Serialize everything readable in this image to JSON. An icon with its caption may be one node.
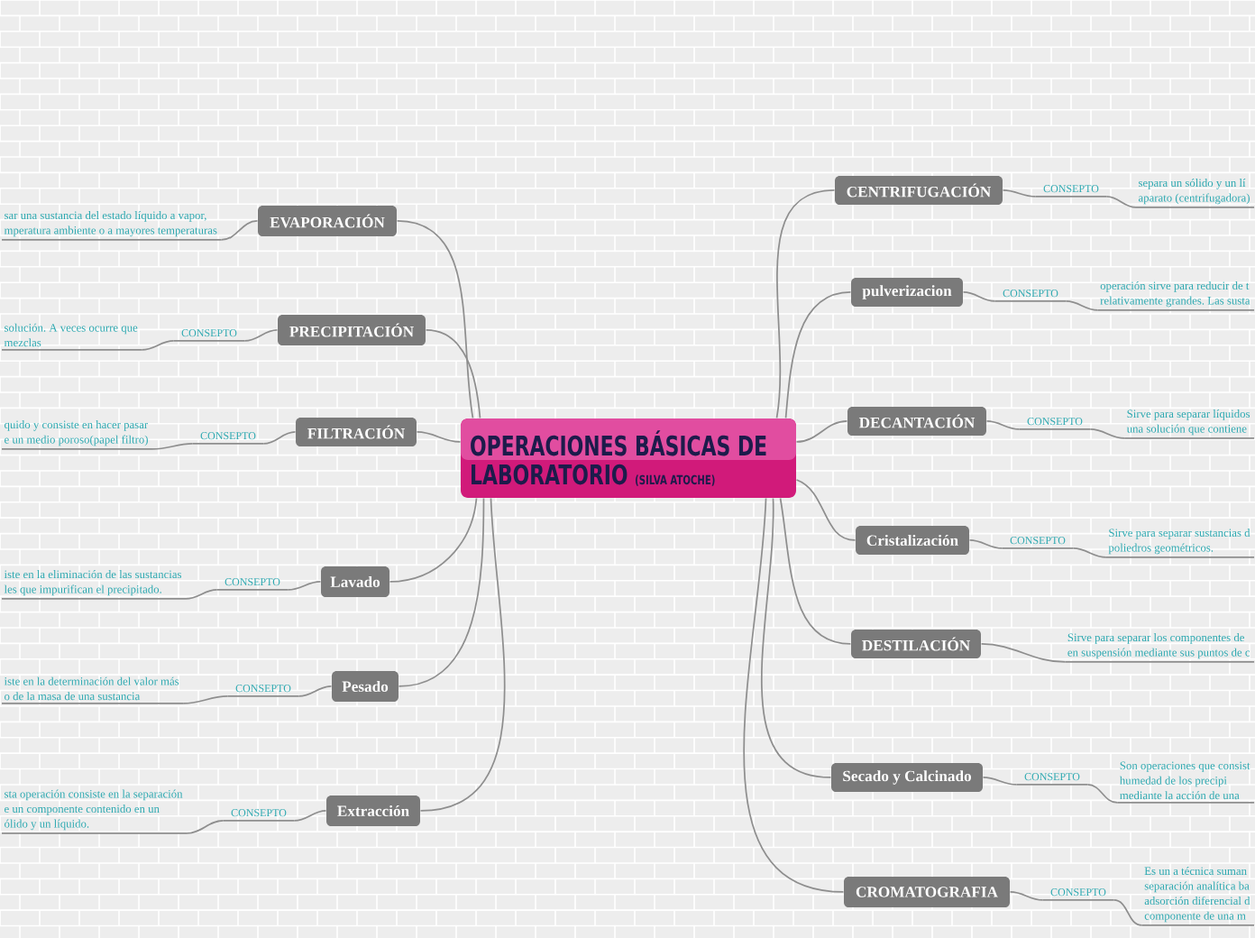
{
  "diagram": {
    "nodes": [
      {
        "text": [
          "OPERACIONES BÁSICAS DE LABORATORIO",
          "(SILVA ATOCHE)"
        ]
      },
      {
        "text": [
          "EVAPORACIÓN"
        ]
      },
      {
        "text": [
          "sar una sustancia del estado líquido a vapor, mperatura ambiente o a mayores temperaturas"
        ]
      },
      {
        "text": [
          "PRECIPITACIÓN"
        ]
      },
      {
        "text": [
          "CONSEPTO"
        ]
      },
      {
        "text": [
          "solución. A veces ocurre que mezclas"
        ]
      },
      {
        "text": [
          "FILTRACIÓN"
        ]
      },
      {
        "text": [
          "CONSEPTO"
        ]
      },
      {
        "text": [
          "quido y consiste en hacer pasar e un medio poroso(papel filtro)"
        ]
      },
      {
        "text": [
          "Lavado"
        ]
      },
      {
        "text": [
          "CONSEPTO"
        ]
      },
      {
        "text": [
          "iste en la eliminación de las sustancias les que impurifican el precipitado."
        ]
      },
      {
        "text": [
          "Pesado"
        ]
      },
      {
        "text": [
          "CONSEPTO"
        ]
      },
      {
        "text": [
          "iste en la determinación del valor más o de la masa de una sustancia"
        ]
      },
      {
        "text": [
          "Extracción"
        ]
      },
      {
        "text": [
          "CONSEPTO"
        ]
      },
      {
        "text": [
          "sta operación consiste en la separación e un componente contenido en un ólido y un líquido."
        ]
      },
      {
        "text": [
          "CENTRIFUGACIÓN"
        ]
      },
      {
        "text": [
          "CONSEPTO"
        ]
      },
      {
        "text": [
          "separa un sólido y un lí aparato (centrifugadora)"
        ]
      },
      {
        "text": [
          "pulverizacion"
        ]
      },
      {
        "text": [
          "CONSEPTO"
        ]
      },
      {
        "text": [
          "operación sirve para reducir de t relativamente grandes. Las susta"
        ]
      },
      {
        "text": [
          "DECANTACIÓN"
        ]
      },
      {
        "text": [
          "CONSEPTO"
        ]
      },
      {
        "text": [
          "Sirve para separar líquidos una solución que contiene"
        ]
      },
      {
        "text": [
          "Cristalización"
        ]
      },
      {
        "text": [
          "CONSEPTO"
        ]
      },
      {
        "text": [
          "Sirve para separar sustancias d poliedros geométricos."
        ]
      },
      {
        "text": [
          "DESTILACIÓN"
        ]
      },
      {
        "text": [
          "Sirve para separar los componentes de en suspensión mediante sus puntos de c"
        ]
      },
      {
        "text": [
          "Secado y Calcinado"
        ]
      },
      {
        "text": [
          "CONSEPTO"
        ]
      },
      {
        "text": [
          "Son operaciones que consist humedad de los precipi mediante la acción de una"
        ]
      },
      {
        "text": [
          "CROMATOGRAFIA"
        ]
      },
      {
        "text": [
          "CONSEPTO"
        ]
      },
      {
        "text": [
          "Es un a técnica suman separación analítica ba adsorción diferencial d componente de una m"
        ]
      }
    ],
    "edges": [
      {
        "from": 0,
        "to": 1,
        "arrow": "none"
      },
      {
        "from": 0,
        "to": 3,
        "arrow": "none"
      },
      {
        "from": 0,
        "to": 6,
        "arrow": "none"
      },
      {
        "from": 0,
        "to": 9,
        "arrow": "none"
      },
      {
        "from": 0,
        "to": 12,
        "arrow": "none"
      },
      {
        "from": 0,
        "to": 15,
        "arrow": "none"
      },
      {
        "from": 0,
        "to": 18,
        "arrow": "none"
      },
      {
        "from": 0,
        "to": 21,
        "arrow": "none"
      },
      {
        "from": 0,
        "to": 24,
        "arrow": "none"
      },
      {
        "from": 0,
        "to": 27,
        "arrow": "none"
      },
      {
        "from": 0,
        "to": 30,
        "arrow": "none"
      },
      {
        "from": 0,
        "to": 32,
        "arrow": "none"
      },
      {
        "from": 0,
        "to": 35,
        "arrow": "none"
      },
      {
        "from": 1,
        "to": 2,
        "arrow": "none"
      },
      {
        "from": 3,
        "to": 4,
        "arrow": "none"
      },
      {
        "from": 4,
        "to": 5,
        "arrow": "none"
      },
      {
        "from": 6,
        "to": 7,
        "arrow": "none"
      },
      {
        "from": 7,
        "to": 8,
        "arrow": "none"
      },
      {
        "from": 9,
        "to": 10,
        "arrow": "none"
      },
      {
        "from": 10,
        "to": 11,
        "arrow": "none"
      },
      {
        "from": 12,
        "to": 13,
        "arrow": "none"
      },
      {
        "from": 13,
        "to": 14,
        "arrow": "none"
      },
      {
        "from": 15,
        "to": 16,
        "arrow": "none"
      },
      {
        "from": 16,
        "to": 17,
        "arrow": "none"
      },
      {
        "from": 18,
        "to": 19,
        "arrow": "none"
      },
      {
        "from": 19,
        "to": 20,
        "arrow": "none"
      },
      {
        "from": 21,
        "to": 22,
        "arrow": "none"
      },
      {
        "from": 22,
        "to": 23,
        "arrow": "none"
      },
      {
        "from": 24,
        "to": 25,
        "arrow": "none"
      },
      {
        "from": 25,
        "to": 26,
        "arrow": "none"
      },
      {
        "from": 27,
        "to": 28,
        "arrow": "none"
      },
      {
        "from": 28,
        "to": 29,
        "arrow": "none"
      },
      {
        "from": 30,
        "to": 31,
        "arrow": "none"
      },
      {
        "from": 32,
        "to": 33,
        "arrow": "none"
      },
      {
        "from": 33,
        "to": 34,
        "arrow": "none"
      },
      {
        "from": 35,
        "to": 36,
        "arrow": "none"
      },
      {
        "from": 36,
        "to": 37,
        "arrow": "none"
      }
    ]
  }
}
